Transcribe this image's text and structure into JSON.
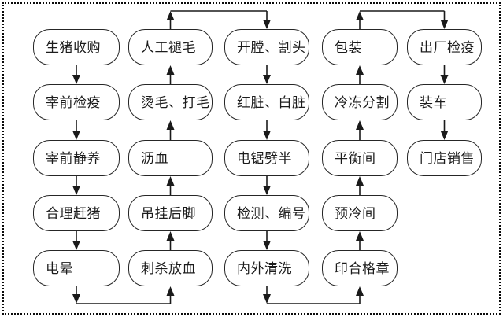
{
  "canvas": {
    "background": "#ffffff",
    "border_color": "#0a0a0a",
    "line_color": "#1a1a1a",
    "node_fill": "#ffffff",
    "node_border_color": "#262626",
    "text_color": "#1c1c1c"
  },
  "diagram": {
    "title": "",
    "nodes": [
      {
        "id": "live-pig-purchase",
        "label": "生猪收购",
        "col": 0,
        "row": 0
      },
      {
        "id": "pre-slaughter-quarantine",
        "label": "宰前检疫",
        "col": 0,
        "row": 1
      },
      {
        "id": "pre-slaughter-rest",
        "label": "宰前静养",
        "col": 0,
        "row": 2
      },
      {
        "id": "proper-pig-driving",
        "label": "合理赶猪",
        "col": 0,
        "row": 3
      },
      {
        "id": "electric-stunning",
        "label": "电晕",
        "col": 0,
        "row": 4
      },
      {
        "id": "manual-dehairing",
        "label": "人工褪毛",
        "col": 1,
        "row": 0
      },
      {
        "id": "scalding-dehairing",
        "label": "烫毛、打毛",
        "col": 1,
        "row": 1
      },
      {
        "id": "blood-draining",
        "label": "沥血",
        "col": 1,
        "row": 2
      },
      {
        "id": "hind-leg-hanging",
        "label": "吊挂后脚",
        "col": 1,
        "row": 3
      },
      {
        "id": "sticking-bleeding",
        "label": "刺杀放血",
        "col": 1,
        "row": 4
      },
      {
        "id": "evisceration-head-cut",
        "label": "开膛、割头",
        "col": 2,
        "row": 0
      },
      {
        "id": "red-white-offal",
        "label": "红脏、白脏",
        "col": 2,
        "row": 1
      },
      {
        "id": "electric-saw-splitting",
        "label": "电锯劈半",
        "col": 2,
        "row": 2
      },
      {
        "id": "inspection-numbering",
        "label": "检测、编号",
        "col": 2,
        "row": 3
      },
      {
        "id": "inside-outside-washing",
        "label": "内外清洗",
        "col": 2,
        "row": 4
      },
      {
        "id": "packaging",
        "label": "包装",
        "col": 3,
        "row": 0
      },
      {
        "id": "frozen-cutting",
        "label": "冷冻分割",
        "col": 3,
        "row": 1
      },
      {
        "id": "equilibrium-room",
        "label": "平衡间",
        "col": 3,
        "row": 2
      },
      {
        "id": "pre-cooling-room",
        "label": "预冷间",
        "col": 3,
        "row": 3
      },
      {
        "id": "quality-stamp",
        "label": "印合格章",
        "col": 3,
        "row": 4
      },
      {
        "id": "exit-quarantine",
        "label": "出厂检疫",
        "col": 4,
        "row": 0
      },
      {
        "id": "truck-loading",
        "label": "装车",
        "col": 4,
        "row": 1
      },
      {
        "id": "store-sales",
        "label": "门店销售",
        "col": 4,
        "row": 2
      }
    ],
    "edges": [
      {
        "from": [
          0,
          0
        ],
        "to": [
          0,
          1
        ]
      },
      {
        "from": [
          0,
          1
        ],
        "to": [
          0,
          2
        ]
      },
      {
        "from": [
          0,
          2
        ],
        "to": [
          0,
          3
        ]
      },
      {
        "from": [
          0,
          3
        ],
        "to": [
          0,
          4
        ]
      },
      {
        "from": [
          0,
          4
        ],
        "to": [
          1,
          4
        ],
        "via": "bottom"
      },
      {
        "from": [
          1,
          4
        ],
        "to": [
          1,
          3
        ]
      },
      {
        "from": [
          1,
          3
        ],
        "to": [
          1,
          2
        ]
      },
      {
        "from": [
          1,
          2
        ],
        "to": [
          1,
          1
        ]
      },
      {
        "from": [
          1,
          1
        ],
        "to": [
          1,
          0
        ]
      },
      {
        "from": [
          1,
          0
        ],
        "to": [
          2,
          0
        ],
        "via": "top"
      },
      {
        "from": [
          2,
          0
        ],
        "to": [
          2,
          1
        ]
      },
      {
        "from": [
          2,
          1
        ],
        "to": [
          2,
          2
        ]
      },
      {
        "from": [
          2,
          2
        ],
        "to": [
          2,
          3
        ]
      },
      {
        "from": [
          2,
          3
        ],
        "to": [
          2,
          4
        ]
      },
      {
        "from": [
          2,
          4
        ],
        "to": [
          3,
          4
        ],
        "via": "bottom"
      },
      {
        "from": [
          3,
          4
        ],
        "to": [
          3,
          3
        ]
      },
      {
        "from": [
          3,
          3
        ],
        "to": [
          3,
          2
        ]
      },
      {
        "from": [
          3,
          2
        ],
        "to": [
          3,
          1
        ]
      },
      {
        "from": [
          3,
          1
        ],
        "to": [
          3,
          0
        ]
      },
      {
        "from": [
          3,
          0
        ],
        "to": [
          4,
          0
        ],
        "via": "top"
      },
      {
        "from": [
          4,
          0
        ],
        "to": [
          4,
          1
        ]
      },
      {
        "from": [
          4,
          1
        ],
        "to": [
          4,
          2
        ]
      }
    ]
  }
}
